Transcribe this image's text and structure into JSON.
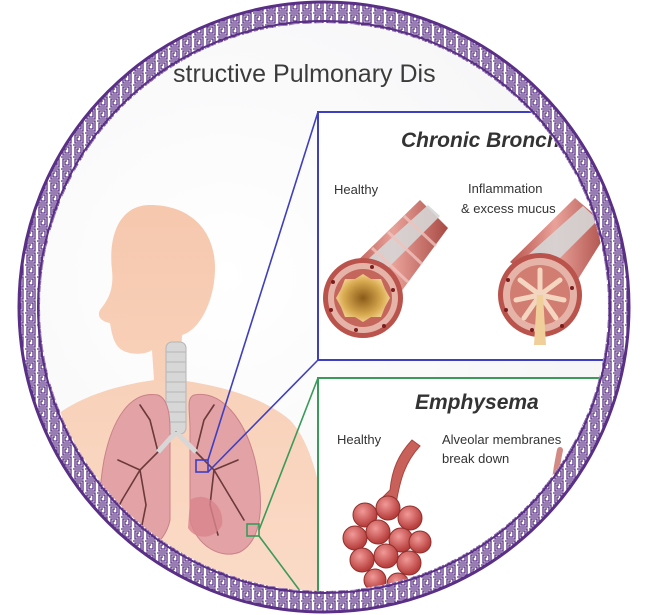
{
  "title": "structive Pulmonary Dis",
  "panels": {
    "bronchitis": {
      "heading": "Chronic Bronchiti",
      "left_label": "Healthy",
      "right_label_line1": "Inflammation",
      "right_label_line2": "& excess mucus"
    },
    "emphysema": {
      "heading": "Emphysema",
      "left_label": "Healthy",
      "right_label_line1": "Alveolar membranes",
      "right_label_line2": "break down"
    }
  },
  "colors": {
    "frame_purple": "#5a2f86",
    "bronchitis_line": "#3e3fc0",
    "emphysema_line": "#3a9a5a",
    "skin": "#f7cdb4",
    "lung": "#e3a2a6",
    "tissue": "#c45c55"
  }
}
